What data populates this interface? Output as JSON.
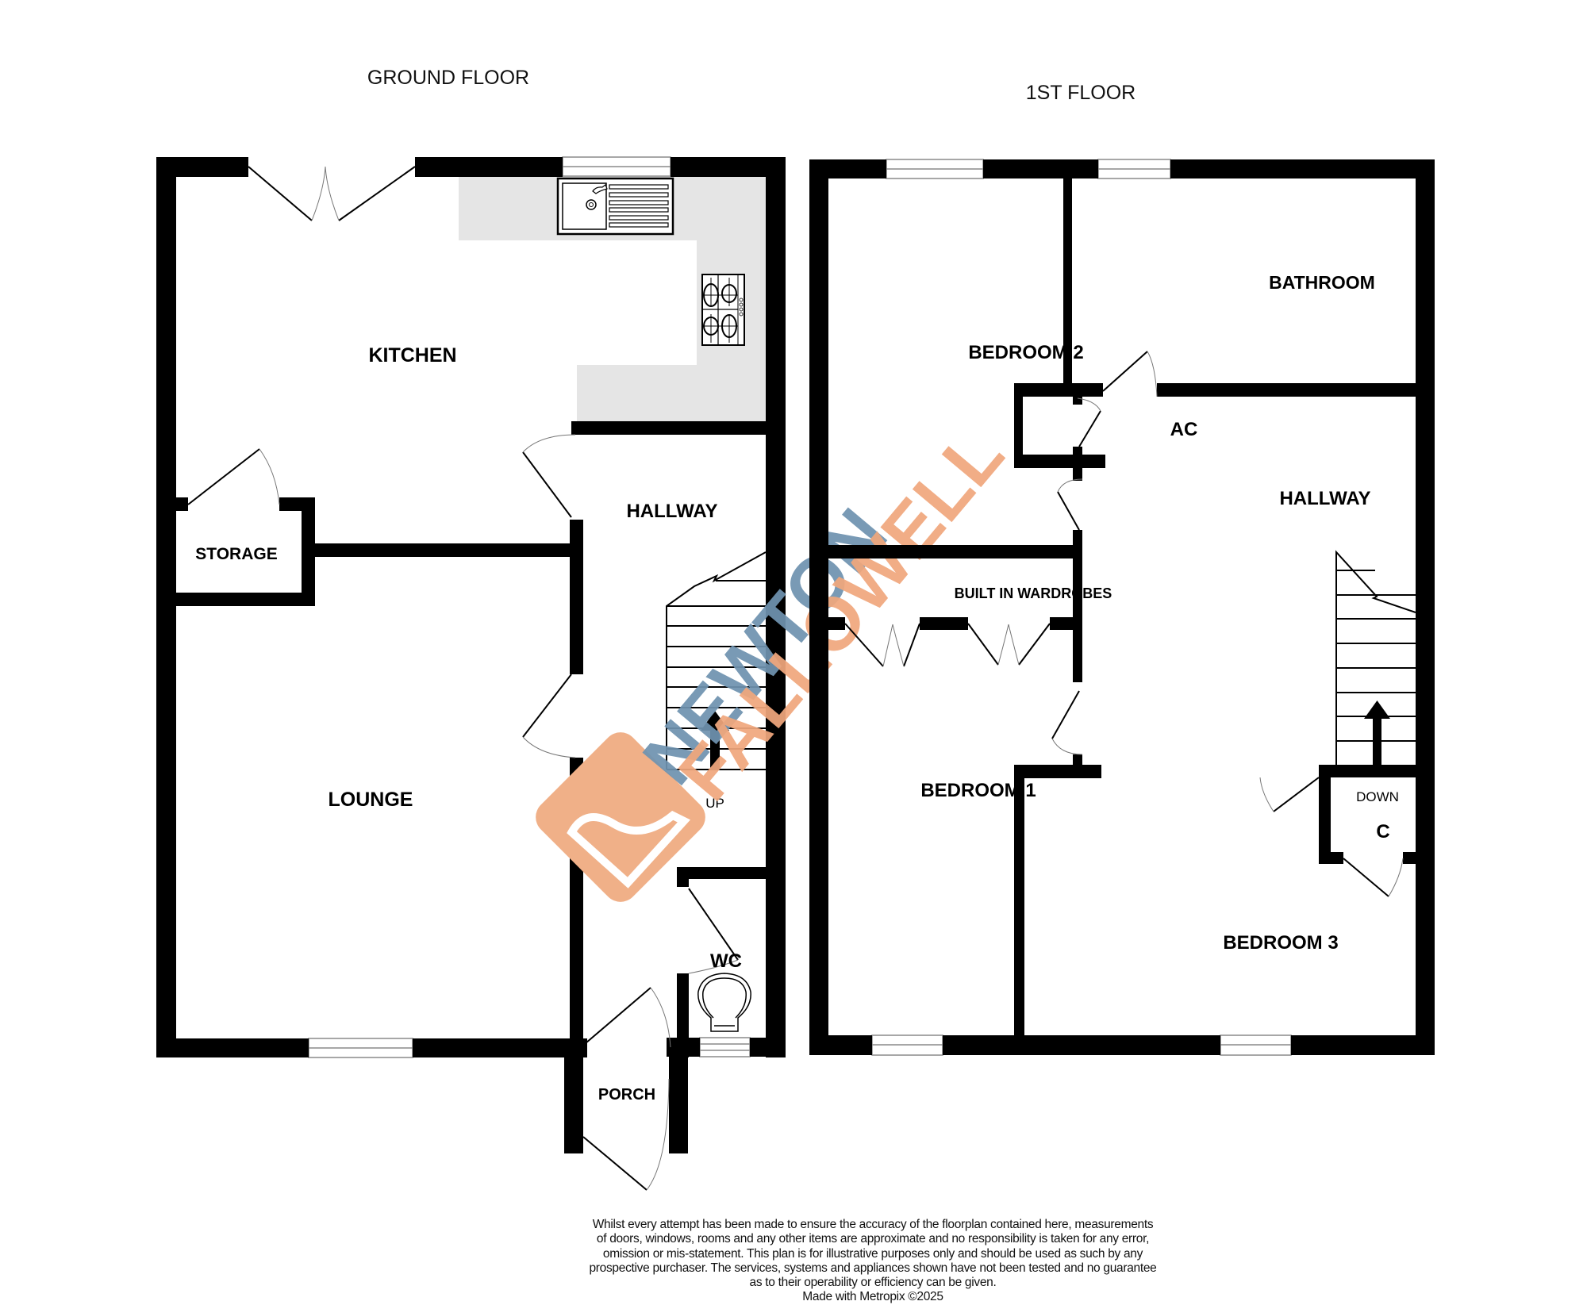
{
  "ground_floor": {
    "title": "GROUND FLOOR",
    "rooms": {
      "kitchen": "KITCHEN",
      "hallway": "HALLWAY",
      "storage": "STORAGE",
      "lounge": "LOUNGE",
      "wc": "WC",
      "porch": "PORCH"
    },
    "stairs_label": "UP"
  },
  "first_floor": {
    "title": "1ST FLOOR",
    "rooms": {
      "bedroom_2": "BEDROOM 2",
      "bathroom": "BATHROOM",
      "airing_cupboard": "AC",
      "hallway": "HALLWAY",
      "built_in_wardrobes": "BUILT IN WARDROBES",
      "bedroom_1": "BEDROOM 1",
      "bedroom_3": "BEDROOM 3",
      "cupboard": "C"
    },
    "stairs_label": "DOWN"
  },
  "watermark": {
    "line1": "NEWTON",
    "line2": "FALLOWELL",
    "color_blue": "#6f93b0",
    "color_orange": "#f0a77d"
  },
  "colors": {
    "wall": "#000000",
    "worktop": "#e5e5e5",
    "window_line": "#8a8a8a",
    "door_arc": "#777777"
  },
  "disclaimer": {
    "lines": [
      "Whilst every attempt has been made to ensure the accuracy of the floorplan contained here, measurements",
      "of doors, windows, rooms and any other items are approximate and no responsibility is taken for any error,",
      "omission or mis-statement. This plan is for illustrative purposes only and should be used as such by any",
      "prospective purchaser. The services, systems and appliances shown have not been tested and no guarantee",
      "as to their operability or efficiency can be given."
    ],
    "credit": "Made with Metropix ©2025"
  }
}
